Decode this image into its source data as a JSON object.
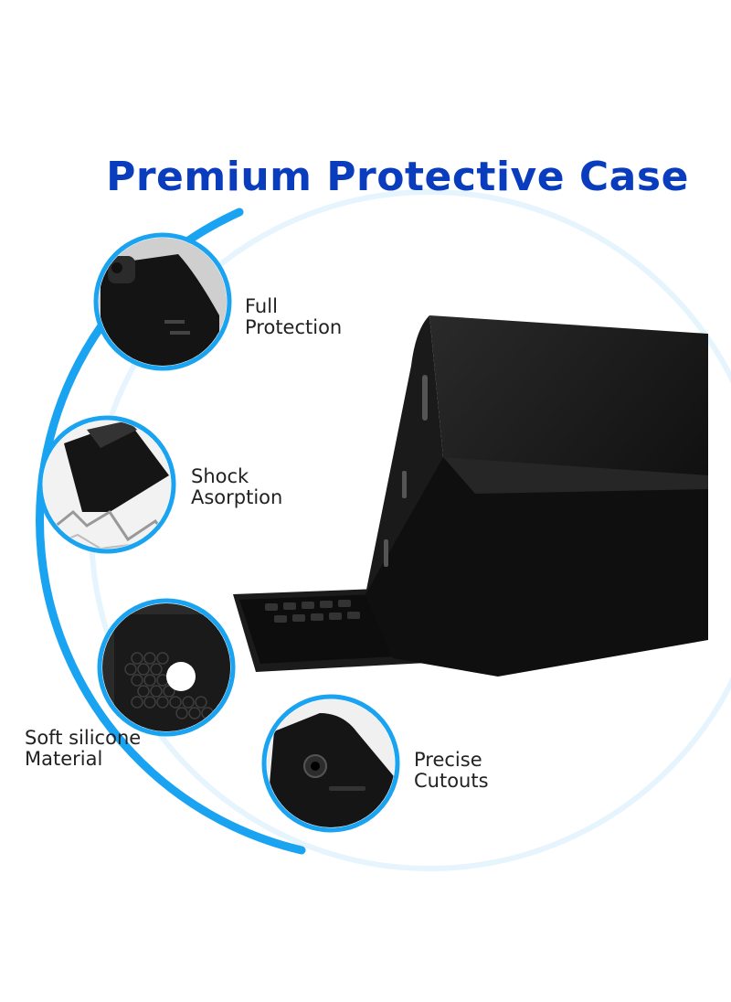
{
  "headline": "Premium Protective Case",
  "features": [
    {
      "line1": "Full",
      "line2": "Protection",
      "icon": "tablet-corner-icon"
    },
    {
      "line1": "Shock",
      "line2": "Asorption",
      "icon": "shock-absorption-icon"
    },
    {
      "line1": "Soft silicone",
      "line2": "Material",
      "icon": "silicone-honeycomb-icon"
    },
    {
      "line1": "Precise",
      "line2": "Cutouts",
      "icon": "camera-cutout-icon"
    }
  ],
  "colors": {
    "title": "#0a3dbd",
    "arc": "#19a3f0",
    "case": "#111111"
  }
}
